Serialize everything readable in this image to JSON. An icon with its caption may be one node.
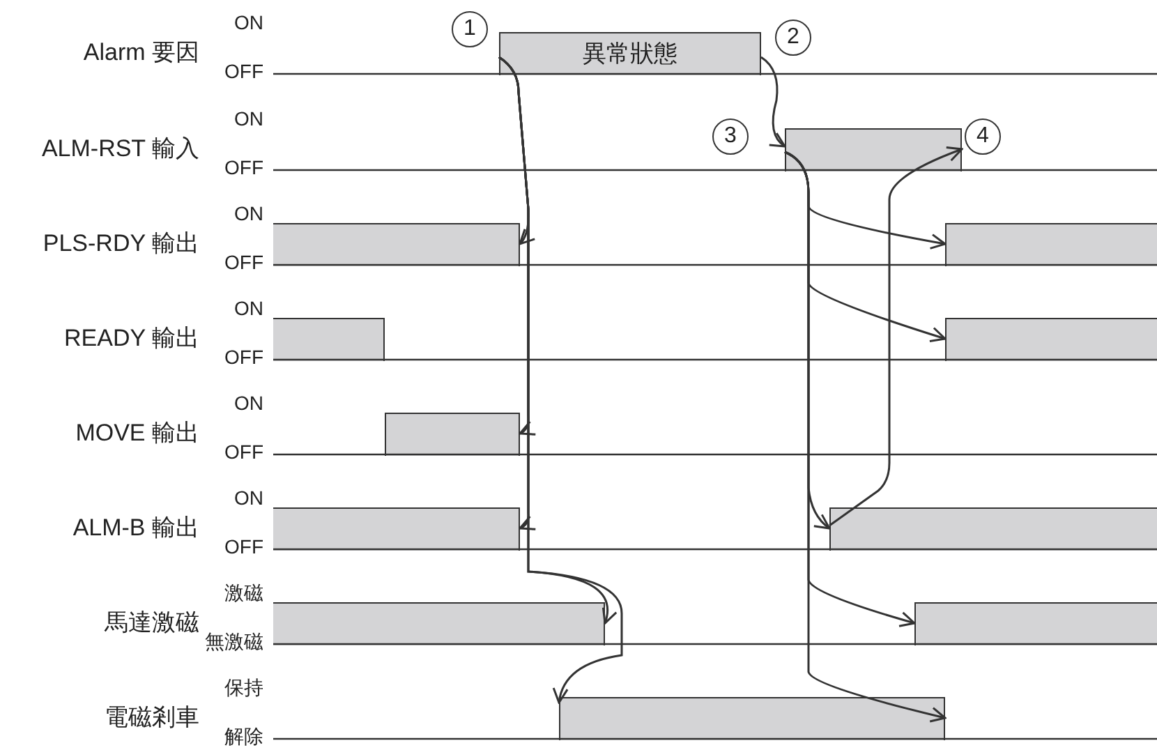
{
  "diagram": {
    "nodes": [
      {
        "text": [
          "異常狀態"
        ]
      },
      {
        "text": [],
        "shape": "bar"
      },
      {
        "text": [],
        "shape": "bar"
      },
      {
        "text": [],
        "shape": "bar"
      },
      {
        "text": [],
        "shape": "bar"
      },
      {
        "text": [],
        "shape": "bar"
      },
      {
        "text": [],
        "shape": "bar"
      },
      {
        "text": [],
        "shape": "bar"
      },
      {
        "text": [],
        "shape": "bar"
      },
      {
        "text": [],
        "shape": "bar"
      },
      {
        "text": [],
        "shape": "bar"
      },
      {
        "text": [],
        "shape": "bar"
      }
    ],
    "edges": [
      {
        "from": 0,
        "to": 2,
        "arrow": "to"
      },
      {
        "from": 0,
        "to": 6,
        "arrow": "to"
      },
      {
        "from": 0,
        "to": 7,
        "arrow": "to"
      },
      {
        "from": 0,
        "to": 9,
        "arrow": "to"
      },
      {
        "from": 0,
        "to": 11,
        "arrow": "to"
      },
      {
        "from": 0,
        "to": 1,
        "arrow": "to"
      },
      {
        "from": 1,
        "to": 3,
        "arrow": "to"
      },
      {
        "from": 1,
        "to": 5,
        "arrow": "to"
      },
      {
        "from": 1,
        "to": 8,
        "arrow": "to"
      },
      {
        "from": 1,
        "to": 10,
        "arrow": "to"
      },
      {
        "from": 1,
        "to": 11,
        "arrow": "to"
      },
      {
        "from": 8,
        "to": 1,
        "arrow": "to"
      }
    ],
    "labels": [
      "1",
      "Alarm 要因",
      "ON",
      "OFF",
      "2",
      "3",
      "ALM-RST 輸入",
      "ON",
      "OFF",
      "4",
      "PLS-RDY 輸出",
      "ON",
      "OFF",
      "READY 輸出",
      "ON",
      "OFF",
      "MOVE 輸出",
      "ON",
      "OFF",
      "ALM-B 輸出",
      "ON",
      "OFF",
      "馬達激磁",
      "激磁",
      "無激磁",
      "電磁剎車",
      "保持",
      "解除"
    ]
  }
}
